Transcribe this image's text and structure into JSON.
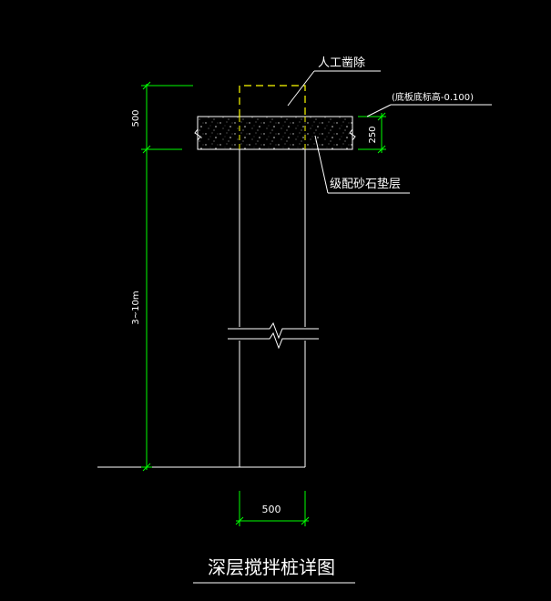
{
  "drawing": {
    "title": "深层搅拌桩详图",
    "label_removal": "人工凿除",
    "label_elevation": "底板底标高-0.100",
    "label_gravel": "级配砂石垫层",
    "dim_top": "500",
    "dim_gravel": "250",
    "dim_length": "3~10m",
    "dim_width": "500"
  },
  "colors": {
    "background": "#000000",
    "line": "#ffffff",
    "dimension": "#00ff00",
    "cut": "#ffff00"
  }
}
